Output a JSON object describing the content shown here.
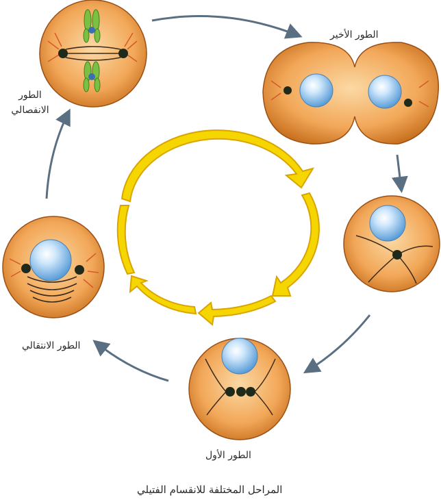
{
  "labels": {
    "telophase": "الطور الأخير",
    "anaphase": "الطور الانفصالي",
    "metaphase": "الطور الانتقالي",
    "prophase": "الطور الأول",
    "caption": "المراحل المختلفة للانقسام الفتيلي"
  },
  "colors": {
    "cell_fill": "#f2a758",
    "cell_edge": "#9a4f16",
    "nucleus": "#8fc4ef",
    "central_arrow": "#f5d600",
    "central_arrow_edge": "#d9a400",
    "chromosome": "#7bc043",
    "outer_arrow": "#5a6f82"
  }
}
